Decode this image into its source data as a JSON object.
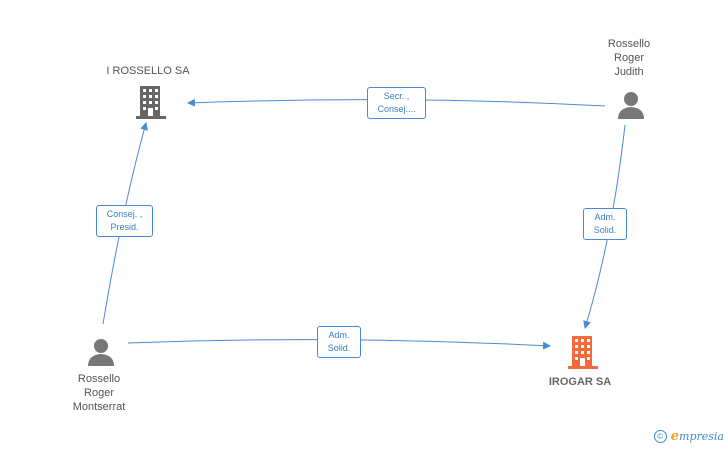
{
  "nodes": {
    "irossello": {
      "label": "I ROSSELLO SA",
      "type": "company",
      "color": "#666666"
    },
    "judith": {
      "label": "Rossello\nRoger\nJudith",
      "type": "person",
      "color": "#777777"
    },
    "montserrat": {
      "label": "Rossello\nRoger\nMontserrat",
      "type": "person",
      "color": "#777777"
    },
    "irogar": {
      "label": "IROGAR SA",
      "type": "company",
      "color": "#f26a3c"
    }
  },
  "edges": {
    "judith_irossello": {
      "label": "Secr. ,\nConsej...."
    },
    "montserrat_irossello": {
      "label": "Consej. ,\nPresid."
    },
    "judith_irogar": {
      "label": "Adm.\nSolid."
    },
    "montserrat_irogar": {
      "label": "Adm.\nSolid."
    }
  },
  "footer": {
    "copyright": "©",
    "brand_initial": "e",
    "brand_rest": "mpresia"
  },
  "colors": {
    "edge": "#4a8ad4",
    "accent": "#f26a3c"
  }
}
